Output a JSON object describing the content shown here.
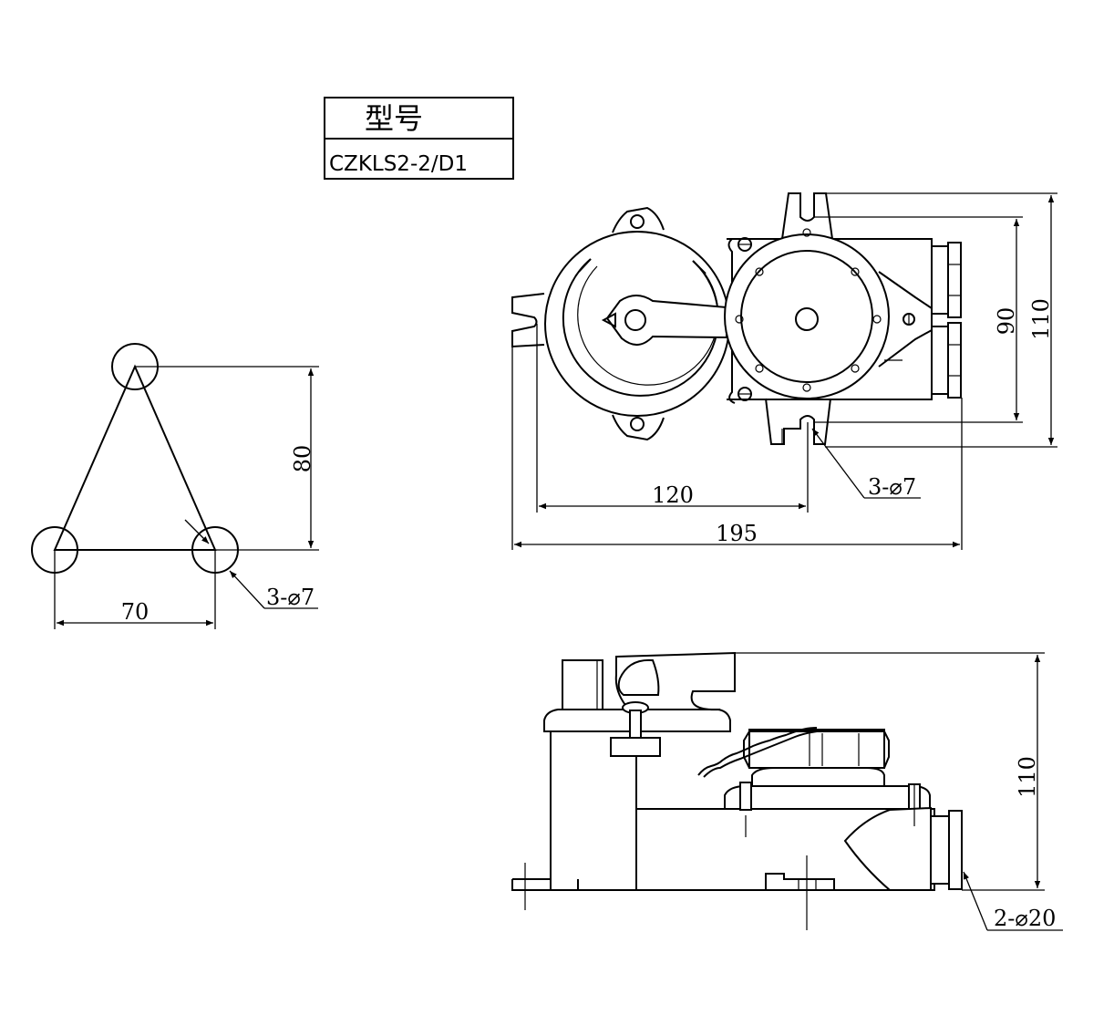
{
  "title_block": {
    "header": "型号",
    "model": "CZKLS2-2/D1"
  },
  "mounting_view": {
    "height_dim": "80",
    "width_dim": "70",
    "holes_callout": "3-⌀7"
  },
  "top_view": {
    "dim_90": "90",
    "dim_110": "110",
    "dim_120": "120",
    "dim_195": "195",
    "holes_callout": "3-⌀7"
  },
  "side_view": {
    "dim_110": "110",
    "entries_callout": "2-⌀20"
  }
}
